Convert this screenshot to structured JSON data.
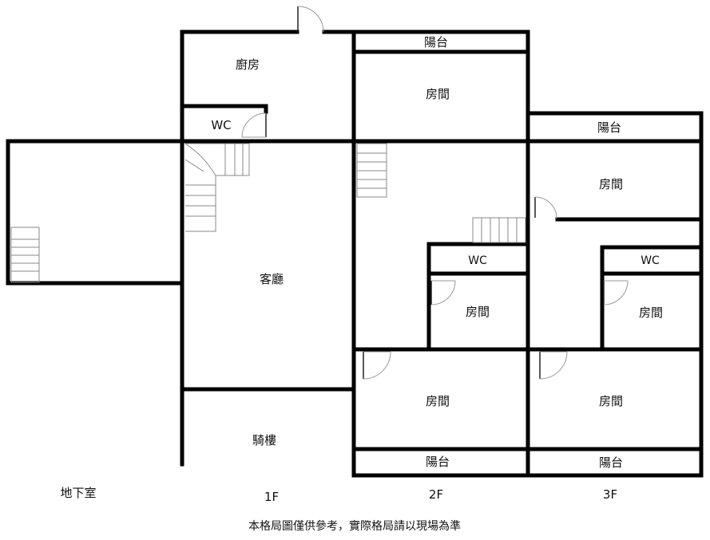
{
  "rooms": {
    "kitchen": "廚房",
    "wc_1f": "WC",
    "living_room": "客廳",
    "arcade": "騎樓",
    "balcony_2f_top": "陽台",
    "room_2f_top": "房間",
    "wc_2f": "WC",
    "room_2f_mid": "房間",
    "room_2f_bottom": "房間",
    "balcony_2f_bottom": "陽台",
    "balcony_3f_top": "陽台",
    "room_3f_top": "房間",
    "wc_3f": "WC",
    "room_3f_mid": "房間",
    "room_3f_bottom": "房間",
    "balcony_3f_bottom": "陽台"
  },
  "floors": {
    "basement": "地下室",
    "f1": "1F",
    "f2": "2F",
    "f3": "3F"
  },
  "disclaimer": "本格局圖僅供參考，實際格局請以現場為準"
}
